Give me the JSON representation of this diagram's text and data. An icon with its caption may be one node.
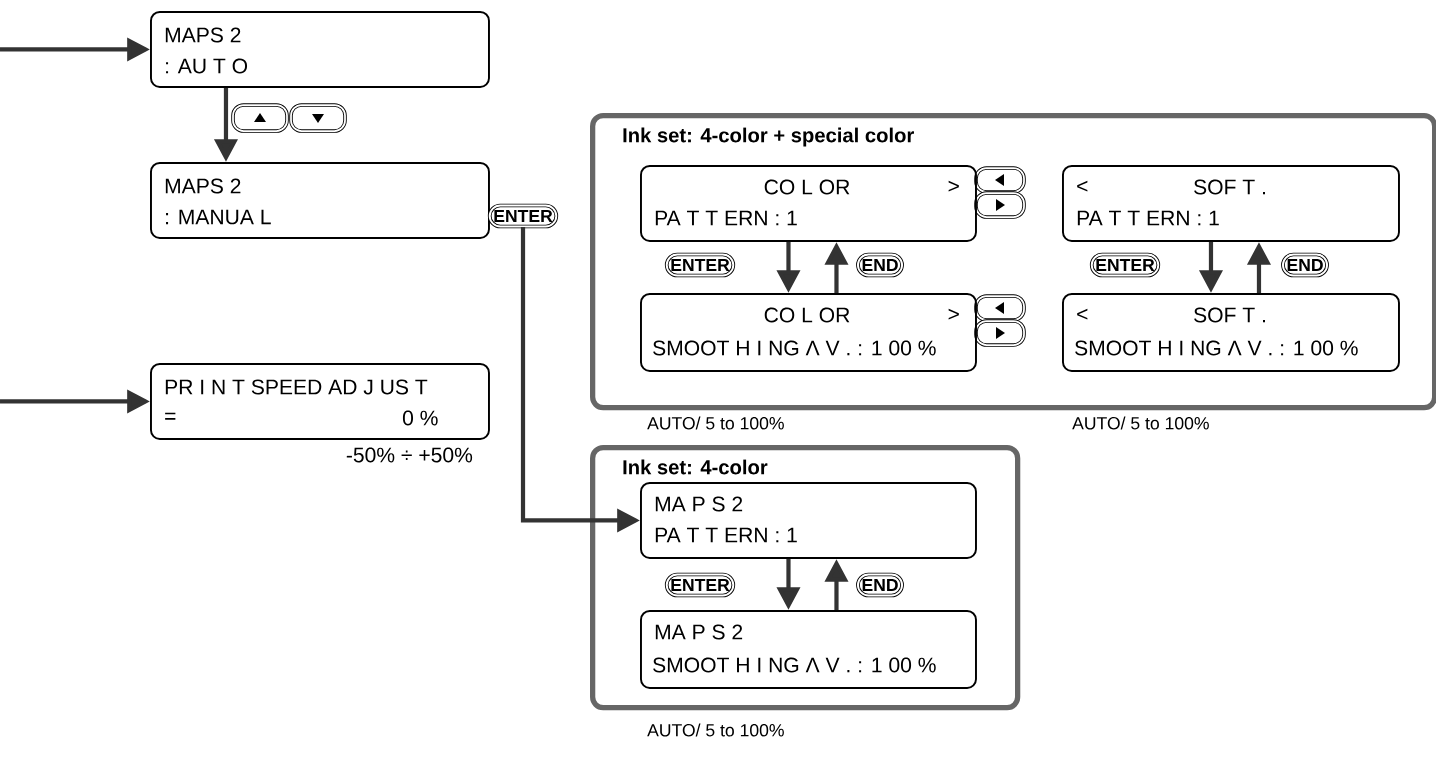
{
  "diagram": {
    "nodes": [
      {
        "text": [
          "MAPS 2",
          ": AU T O"
        ]
      },
      {
        "text": [
          "MAPS 2",
          ": MANUA L"
        ]
      },
      {
        "text": [
          "ENTER"
        ]
      },
      {
        "text": [
          "PR I N T SPEED AD J US T",
          "=",
          "0 %"
        ],
        "beside": [
          "-50% ÷ +50%"
        ]
      },
      {
        "text": [
          "Ink set: 4-color + special color"
        ]
      },
      {
        "text": [
          "CO L OR",
          ">",
          "PA T T ERN : 1"
        ],
        "in": 4
      },
      {
        "text": [
          "<",
          "SOF T .",
          "PA T T ERN : 1"
        ],
        "in": 4
      },
      {
        "text": [
          "CO L OR",
          ">",
          "SMOOT H I NG Λ V . : 1 00 %"
        ],
        "in": 4
      },
      {
        "text": [
          "<",
          "SOF T .",
          "SMOOT H I NG Λ V . : 1 00 %"
        ],
        "in": 4
      },
      {
        "text": [
          "Ink set: 4-color"
        ]
      },
      {
        "text": [
          "MA P S 2",
          "PA T T ERN : 1"
        ],
        "in": 9
      },
      {
        "text": [
          "MA P S 2",
          "SMOOT H I NG Λ V . : 1 00 %"
        ],
        "in": 9
      }
    ],
    "edges": [
      {
        "from": null,
        "to": 0,
        "arrow": "to"
      },
      {
        "from": 0,
        "to": 1,
        "arrow": "to"
      },
      {
        "from": null,
        "to": 3,
        "arrow": "to"
      },
      {
        "from": 2,
        "to": 10,
        "arrow": "to"
      },
      {
        "from": 5,
        "to": 7,
        "arrow": "to"
      },
      {
        "from": 7,
        "to": 5,
        "arrow": "to"
      },
      {
        "from": 6,
        "to": 8,
        "arrow": "to"
      },
      {
        "from": 8,
        "to": 6,
        "arrow": "to"
      },
      {
        "from": 10,
        "to": 11,
        "arrow": "to"
      },
      {
        "from": 11,
        "to": 10,
        "arrow": "to"
      }
    ],
    "labels": [
      "ENTER",
      "END",
      "ENTER",
      "END",
      "AUTO/ 5 to 100%",
      "AUTO/ 5 to 100%",
      "ENTER",
      "END",
      "AUTO/ 5 to 100%"
    ]
  }
}
